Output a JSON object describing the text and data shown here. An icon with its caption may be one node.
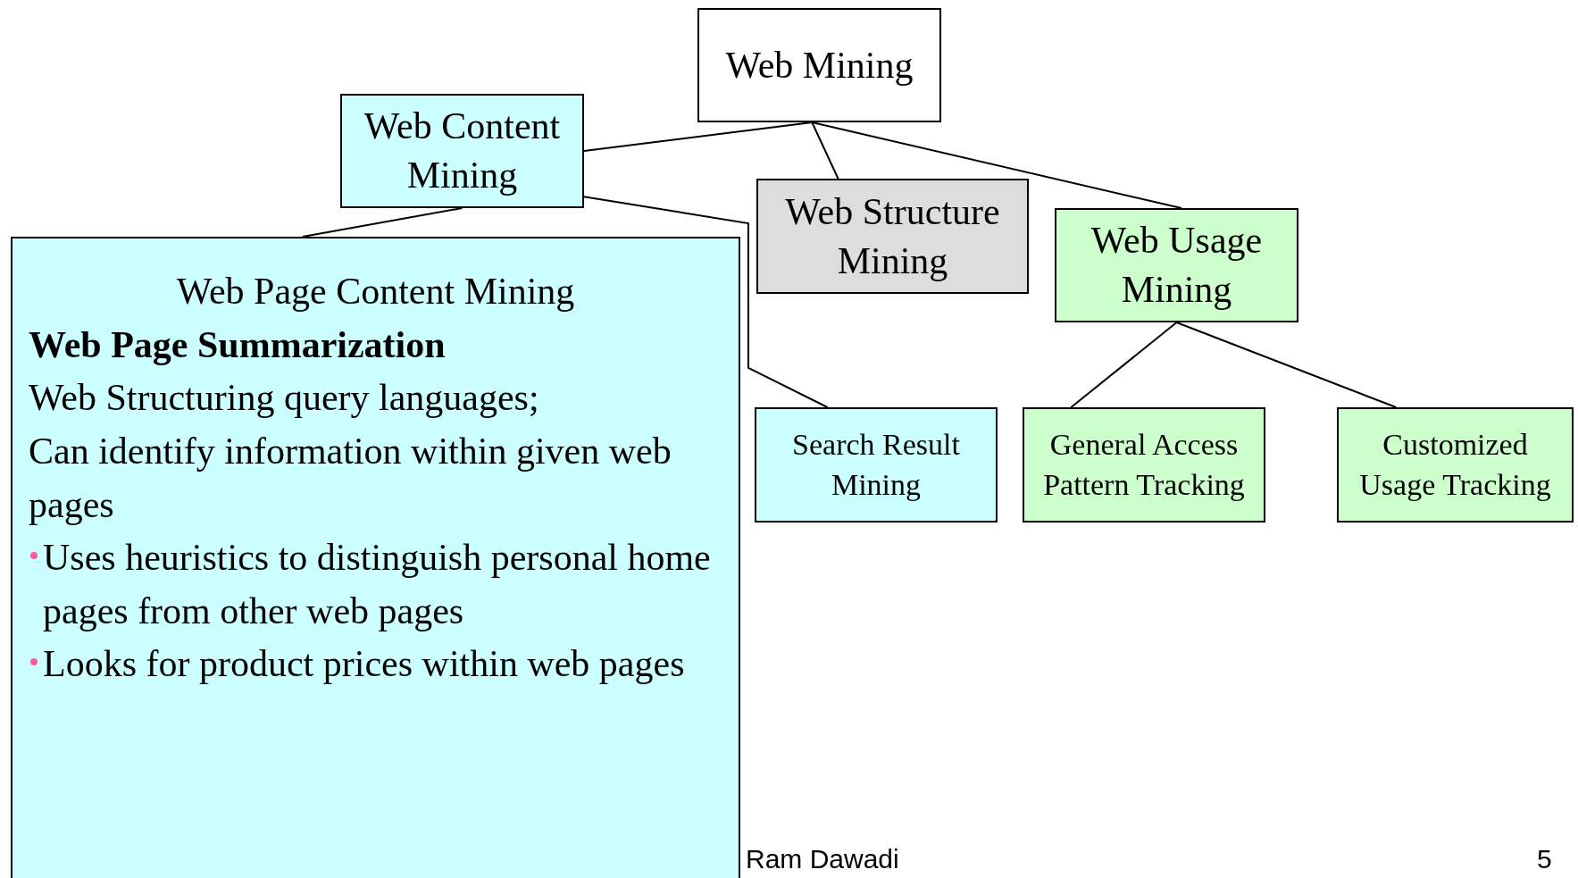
{
  "diagram": {
    "nodes": [
      {
        "text": [
          "Web Mining"
        ]
      },
      {
        "text": [
          "Web Content Mining"
        ]
      },
      {
        "text": [
          "Web Structure Mining"
        ]
      },
      {
        "text": [
          "Web Usage Mining"
        ]
      },
      {
        "text": [
          "Web Page Content Mining",
          "Web Page Summarization",
          "Web Structuring query languages;",
          "Can identify information within given web pages",
          "Uses heuristics to distinguish personal home pages from other web pages",
          "Looks for product prices within web pages"
        ]
      },
      {
        "text": [
          "Search Result Mining"
        ]
      },
      {
        "text": [
          "General Access Pattern Tracking"
        ]
      },
      {
        "text": [
          "Customized Usage Tracking"
        ]
      }
    ],
    "edges": [
      {
        "from": 0,
        "to": 1,
        "arrow": "none"
      },
      {
        "from": 0,
        "to": 2,
        "arrow": "none"
      },
      {
        "from": 0,
        "to": 3,
        "arrow": "none"
      },
      {
        "from": 1,
        "to": 4,
        "arrow": "none"
      },
      {
        "from": 1,
        "to": 5,
        "arrow": "none"
      },
      {
        "from": 3,
        "to": 6,
        "arrow": "none"
      },
      {
        "from": 3,
        "to": 7,
        "arrow": "none"
      }
    ],
    "labels": [
      "Ram Dawadi",
      "5"
    ]
  }
}
